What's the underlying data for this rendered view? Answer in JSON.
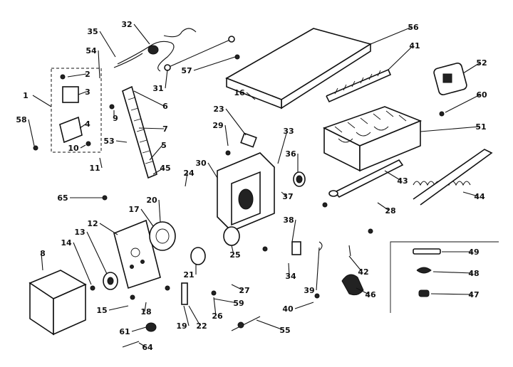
{
  "labels": [
    "1",
    "2",
    "3",
    "4",
    "5",
    "6",
    "7",
    "8",
    "9",
    "10",
    "11",
    "12",
    "13",
    "14",
    "15",
    "16",
    "17",
    "18",
    "19",
    "20",
    "21",
    "22",
    "23",
    "24",
    "25",
    "26",
    "27",
    "28",
    "29",
    "30",
    "31",
    "32",
    "33",
    "34",
    "35",
    "36",
    "37",
    "38",
    "39",
    "40",
    "41",
    "42",
    "43",
    "44",
    "45",
    "46",
    "47",
    "48",
    "49",
    "51",
    "52",
    "53",
    "54",
    "55",
    "56",
    "57",
    "58",
    "59",
    "60",
    "61",
    "64",
    "65"
  ]
}
